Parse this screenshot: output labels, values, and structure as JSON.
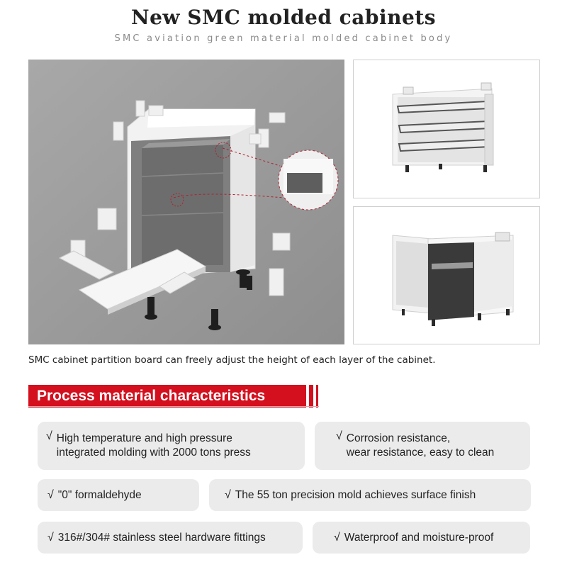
{
  "header": {
    "title": "New SMC molded cabinets",
    "subtitle": "SMC aviation green material molded cabinet body"
  },
  "caption": "SMC cabinet partition board can freely adjust the height of each layer of the cabinet.",
  "section": {
    "heading": "Process material characteristics"
  },
  "features": [
    {
      "check": "√",
      "line1": "High temperature and high pressure",
      "line2": "integrated molding with 2000 tons press"
    },
    {
      "check": "√",
      "line1": "Corrosion resistance,",
      "line2": "wear resistance, easy to clean"
    },
    {
      "check": "√",
      "line1": "\"0\" formaldehyde"
    },
    {
      "check": "√",
      "line1": "The 55 ton precision mold achieves surface finish"
    },
    {
      "check": "√",
      "line1": "316#/304# stainless steel hardware fittings"
    },
    {
      "check": "√",
      "line1": "Waterproof and moisture-proof"
    }
  ],
  "colors": {
    "accent_red": "#d4101e",
    "feature_bg": "#ebebeb",
    "photo_bg": "#9e9e9e"
  },
  "images": [
    {
      "name": "exploded-cabinet-image"
    },
    {
      "name": "drawer-cabinet-image"
    },
    {
      "name": "black-door-cabinet-image"
    }
  ]
}
